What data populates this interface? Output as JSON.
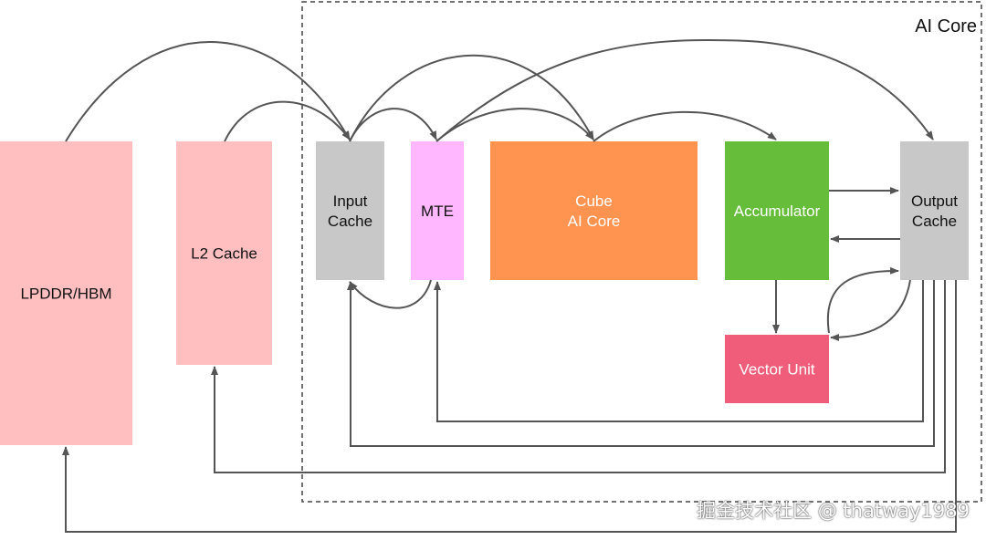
{
  "core_boundary": {
    "label": "AI Core"
  },
  "blocks": {
    "lpddr": {
      "lines": [
        "LPDDR/HBM"
      ],
      "color": "#ffbfc1",
      "text_color": "#111111"
    },
    "l2": {
      "lines": [
        "L2 Cache"
      ],
      "color": "#ffbfc1",
      "text_color": "#111111"
    },
    "input_cache": {
      "lines": [
        "Input",
        "Cache"
      ],
      "color": "#c8c8c8",
      "text_color": "#111111"
    },
    "mte": {
      "lines": [
        "MTE"
      ],
      "color": "#ffb8ff",
      "text_color": "#111111"
    },
    "cube": {
      "lines": [
        "Cube",
        "AI Core"
      ],
      "color": "#ff9350",
      "text_color": "#ffffff"
    },
    "accumulator": {
      "lines": [
        "Accumulator"
      ],
      "color": "#66bd3a",
      "text_color": "#ffffff"
    },
    "output_cache": {
      "lines": [
        "Output",
        "Cache"
      ],
      "color": "#c8c8c8",
      "text_color": "#111111"
    },
    "vector_unit": {
      "lines": [
        "Vector Unit"
      ],
      "color": "#ef5d7a",
      "text_color": "#ffffff"
    }
  },
  "arrow_color": "#555555",
  "watermark": "掘金技术社区 @ thatway1989"
}
